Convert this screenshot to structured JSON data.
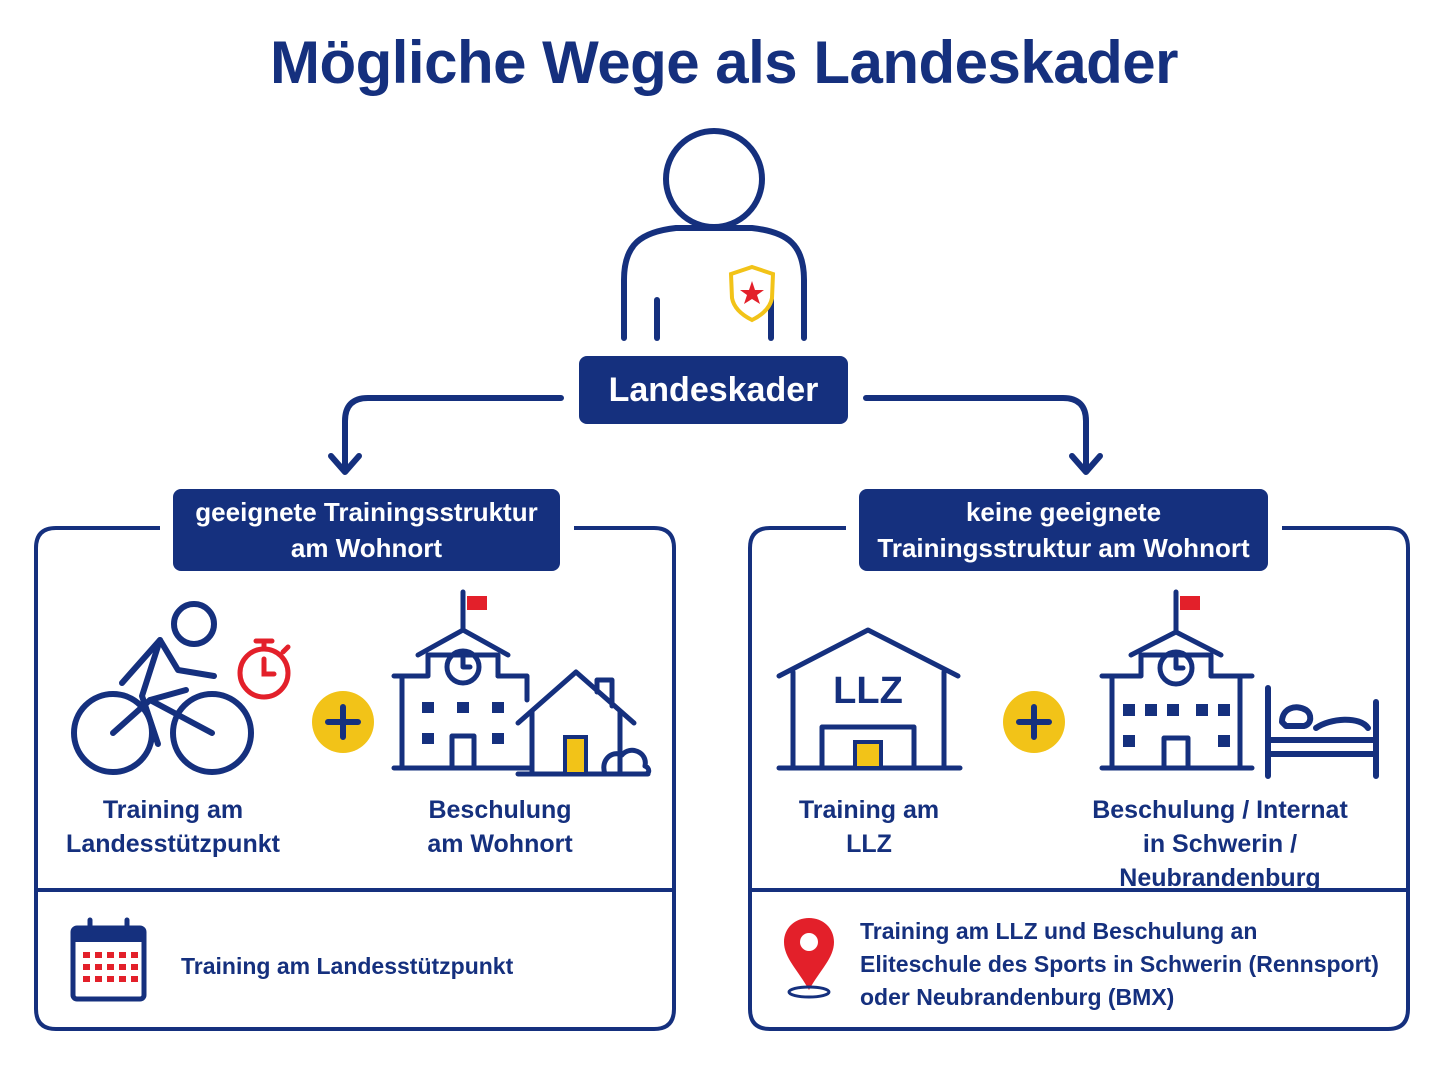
{
  "title": "Mögliche Wege als Landeskader",
  "root": {
    "label": "Landeskader"
  },
  "left_branch": {
    "header": "geeignete Trainingsstruktur\nam Wohnort",
    "item1_caption": "Training am\nLandesstützpunkt",
    "item2_caption": "Beschulung\nam Wohnort",
    "footer_text": "Training am Landesstützpunkt"
  },
  "right_branch": {
    "header": "keine geeignete\nTrainingsstruktur am Wohnort",
    "llz_label": "LLZ",
    "item1_caption": "Training am\nLLZ",
    "item2_caption": "Beschulung / Internat\nin Schwerin / Neubrandenburg",
    "footer_text": "Training am LLZ und Beschulung an\nEliteschule des Sports in Schwerin (Rennsport)\noder Neubrandenburg (BMX)"
  },
  "icons": [
    "person-icon",
    "badge-star-icon",
    "cyclist-icon",
    "stopwatch-icon",
    "plus-icon",
    "school-icon",
    "house-icon",
    "llz-building-icon",
    "bed-icon",
    "calendar-icon",
    "location-pin-icon"
  ],
  "colors": {
    "navy": "#15307e",
    "yellow": "#f2c318",
    "red": "#e3202a",
    "white": "#ffffff"
  }
}
